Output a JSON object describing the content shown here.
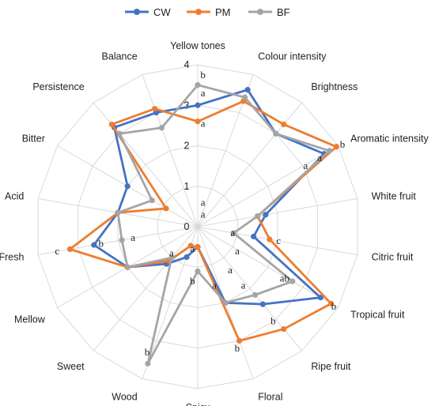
{
  "chart_data": {
    "type": "radar",
    "axes": [
      "Yellow tones",
      "Colour intensity",
      "Brightness",
      "Aromatic intensity",
      "White fruit",
      "Citric fruit",
      "Tropical fruit",
      "Ripe fruit",
      "Floral",
      "Spicy",
      "Wood",
      "Sweet",
      "Mellow",
      "Fresh",
      "Acid",
      "Bitter",
      "Persistence",
      "Balance"
    ],
    "rlim": [
      0,
      4
    ],
    "ticks": [
      "0",
      "1",
      "2",
      "3",
      "4"
    ],
    "grid": true,
    "legend_position": "top",
    "series": [
      {
        "name": "CW",
        "color": "#4472C4",
        "values": [
          3.0,
          3.6,
          3.0,
          3.6,
          1.7,
          1.4,
          3.5,
          2.5,
          2.0,
          0.5,
          0.8,
          1.2,
          2.0,
          2.6,
          2.0,
          2.0,
          3.2,
          3.0
        ]
      },
      {
        "name": "PM",
        "color": "#ED7D31",
        "values": [
          2.6,
          3.3,
          3.3,
          3.95,
          1.5,
          1.8,
          3.8,
          3.3,
          3.0,
          0.5,
          0.5,
          1.1,
          2.0,
          3.2,
          2.0,
          0.9,
          3.3,
          3.1
        ]
      },
      {
        "name": "BF",
        "color": "#A5A5A5",
        "values": [
          3.5,
          3.4,
          3.0,
          3.75,
          1.5,
          0.9,
          2.7,
          2.2,
          2.0,
          1.1,
          3.6,
          1.0,
          2.0,
          1.9,
          2.0,
          1.3,
          3.0,
          2.6
        ]
      }
    ],
    "significance": [
      {
        "text": "b",
        "axis": 0,
        "r": 3.75
      },
      {
        "text": "a",
        "axis": 0,
        "r": 3.3
      },
      {
        "text": "a",
        "axis": 0,
        "r": 2.55
      },
      {
        "text": "b",
        "axis": 3,
        "r": 4.05
      },
      {
        "text": "a",
        "axis": 3,
        "r": 3.4
      },
      {
        "text": "a",
        "axis": 3,
        "r": 3.0
      },
      {
        "text": "c",
        "axis": 5,
        "r": 2.05
      },
      {
        "text": "b",
        "axis": 6,
        "r": 3.95
      },
      {
        "text": "ab",
        "axis": 6,
        "r": 2.55
      },
      {
        "text": "a",
        "axis": 7,
        "r": 1.9
      },
      {
        "text": "b",
        "axis": 7,
        "r": 3.05
      },
      {
        "text": "a",
        "axis": 7,
        "r": 1.4
      },
      {
        "text": "b",
        "axis": 8,
        "r": 3.2
      },
      {
        "text": "a",
        "axis": 8,
        "r": 1.55
      },
      {
        "text": "b",
        "axis": 9,
        "r": 1.35
      },
      {
        "text": "a",
        "axis": 9,
        "r": 0.55
      },
      {
        "text": "b",
        "axis": 10,
        "r": 3.3
      },
      {
        "text": "a",
        "axis": 11,
        "r": 0.85
      },
      {
        "text": "c",
        "axis": 13,
        "r": 3.5
      },
      {
        "text": "b",
        "axis": 13,
        "r": 2.4
      },
      {
        "text": "a",
        "axis": 13,
        "r": 1.6
      },
      {
        "text": "a",
        "axis": 0,
        "r": 0.6
      },
      {
        "text": "a",
        "axis": 0,
        "r": 0.3
      },
      {
        "text": "a",
        "axis": 5,
        "r": 0.9
      },
      {
        "text": "a",
        "axis": 6,
        "r": 1.2
      }
    ]
  }
}
